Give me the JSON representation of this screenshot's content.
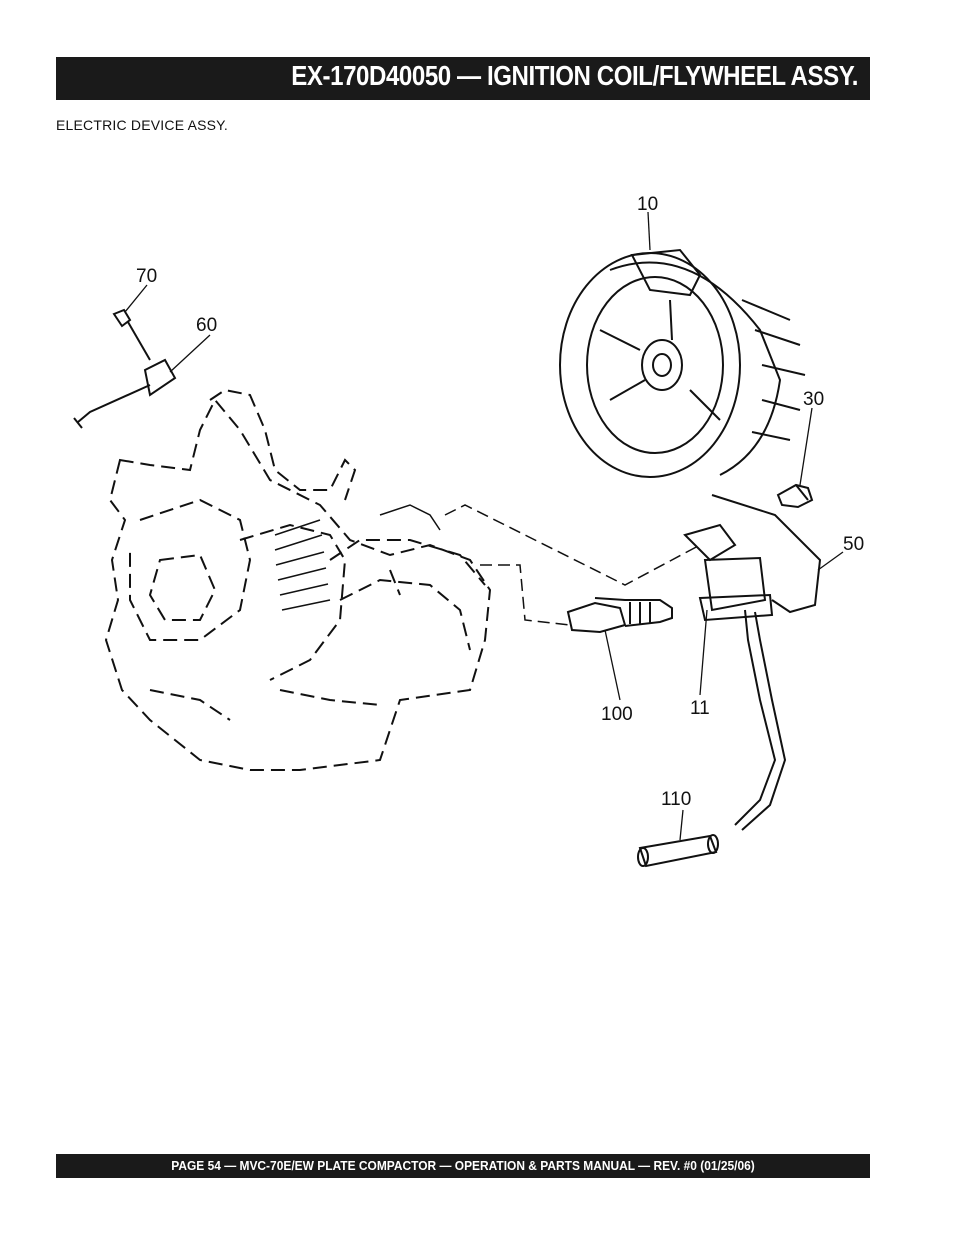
{
  "header": {
    "title": "EX-170D40050  — IGNITION COIL/FLYWHEEL ASSY."
  },
  "subtitle": "ELECTRIC DEVICE ASSY.",
  "diagram": {
    "callouts": {
      "p10": "10",
      "p70": "70",
      "p60": "60",
      "p30": "30",
      "p50": "50",
      "p100": "100",
      "p11": "11",
      "p110": "110"
    }
  },
  "footer": {
    "text": "PAGE 54 —  MVC-70E/EW PLATE COMPACTOR —  OPERATION & PARTS  MANUAL — REV. #0 (01/25/06)"
  }
}
